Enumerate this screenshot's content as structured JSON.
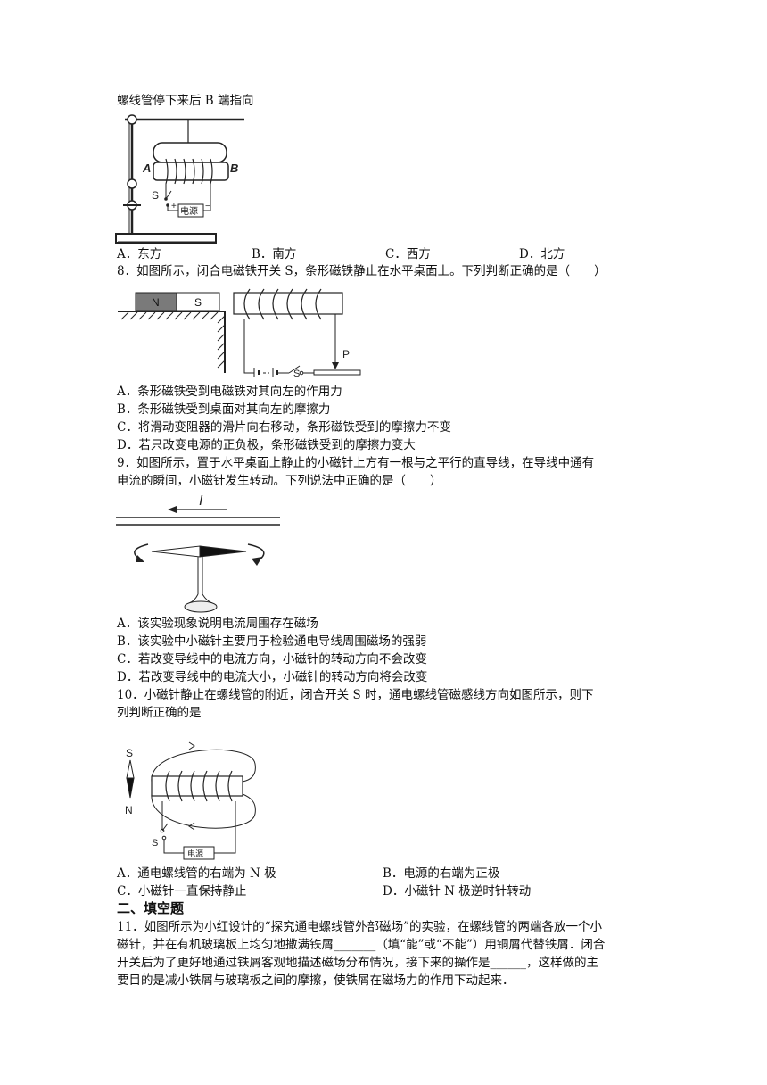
{
  "q7": {
    "stem_tail": "螺线管停下来后 B 端指向",
    "fig_labels": {
      "a": "A",
      "b": "B",
      "s": "S",
      "plus": "+",
      "minus": "−",
      "source": "电源"
    },
    "options": [
      "A．东方",
      "B．南方",
      "C．西方",
      "D．北方"
    ]
  },
  "q8": {
    "stem": "8．如图所示，闭合电磁铁开关 S，条形磁铁静止在水平桌面上。下列判断正确的是（　　）",
    "fig_labels": {
      "n": "N",
      "s": "S",
      "switch": "S",
      "p": "P"
    },
    "options": [
      "A．条形磁铁受到电磁铁对其向左的作用力",
      "B．条形磁铁受到桌面对其向左的摩擦力",
      "C．将滑动变阻器的滑片向右移动，条形磁铁受到的摩擦力不变",
      "D．若只改变电源的正负极，条形磁铁受到的摩擦力变大"
    ]
  },
  "q9": {
    "stem_line1": "9．如图所示，置于水平桌面上静止的小磁针上方有一根与之平行的直导线，在导线中通有",
    "stem_line2": "电流的瞬间，小磁针发生转动。下列说法中正确的是（　　）",
    "fig_labels": {
      "current": "I"
    },
    "options": [
      "A．该实验现象说明电流周围存在磁场",
      "B．该实验中小磁针主要用于检验通电导线周围磁场的强弱",
      "C．若改变导线中的电流方向，小磁针的转动方向不会改变",
      "D．若改变导线中的电流大小，小磁针的转动方向将会改变"
    ]
  },
  "q10": {
    "stem_line1": "10．小磁针静止在螺线管的附近，闭合开关 S 时，通电螺线管磁感线方向如图所示，则下",
    "stem_line2": "列判断正确的是",
    "fig_labels": {
      "s_pole": "S",
      "n_pole": "N",
      "switch": "S",
      "source": "电源"
    },
    "options": [
      "A．通电螺线管的右端为 N 极",
      "B．电源的右端为正极",
      "C．小磁针一直保持静止",
      "D．小磁针 N 极逆时针转动"
    ]
  },
  "section2": {
    "title": "二、填空题"
  },
  "q11": {
    "line1": "11．如图所示为小红设计的“探究通电螺线管外部磁场”的实验，在螺线管的两端各放一个小",
    "line2": "磁针，并在有机玻璃板上均匀地撒满铁屑_______（填“能”或“不能”）用铜屑代替铁屑．闭合",
    "line3": "开关后为了更好地通过铁屑客观地描述磁场分布情况，接下来的操作是______，这样做的主",
    "line4": "要目的是减小铁屑与玻璃板之间的摩擦，使铁屑在磁场力的作用下动起来．"
  }
}
